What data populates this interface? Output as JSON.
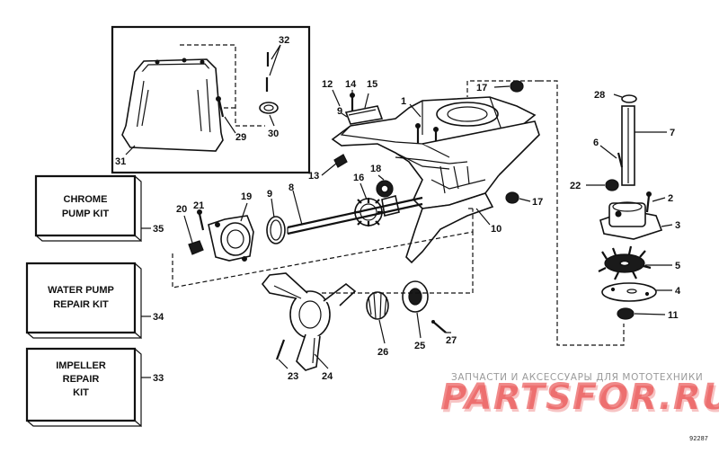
{
  "kits": [
    {
      "lines": [
        "CHROME",
        "PUMP KIT"
      ],
      "ref": "35"
    },
    {
      "lines": [
        "WATER PUMP",
        "REPAIR KIT"
      ],
      "ref": "34"
    },
    {
      "lines": [
        "IMPELLER",
        "REPAIR",
        "KIT"
      ],
      "ref": "33"
    }
  ],
  "callouts": [
    "1",
    "2",
    "3",
    "4",
    "5",
    "6",
    "7",
    "8",
    "9",
    "9",
    "10",
    "11",
    "12",
    "13",
    "14",
    "15",
    "16",
    "17",
    "17",
    "18",
    "19",
    "20",
    "21",
    "22",
    "23",
    "24",
    "25",
    "26",
    "27",
    "28",
    "29",
    "30",
    "31",
    "32"
  ],
  "watermark": {
    "top": "ЗАПЧАСТИ И АКСЕССУАРЫ ДЛЯ МОТОТЕХНИКИ",
    "brand": "PARTSFOR.RU",
    "color_dark": "#e52a2a",
    "color_light": "#f7c4c4"
  },
  "figure_code": "92287"
}
